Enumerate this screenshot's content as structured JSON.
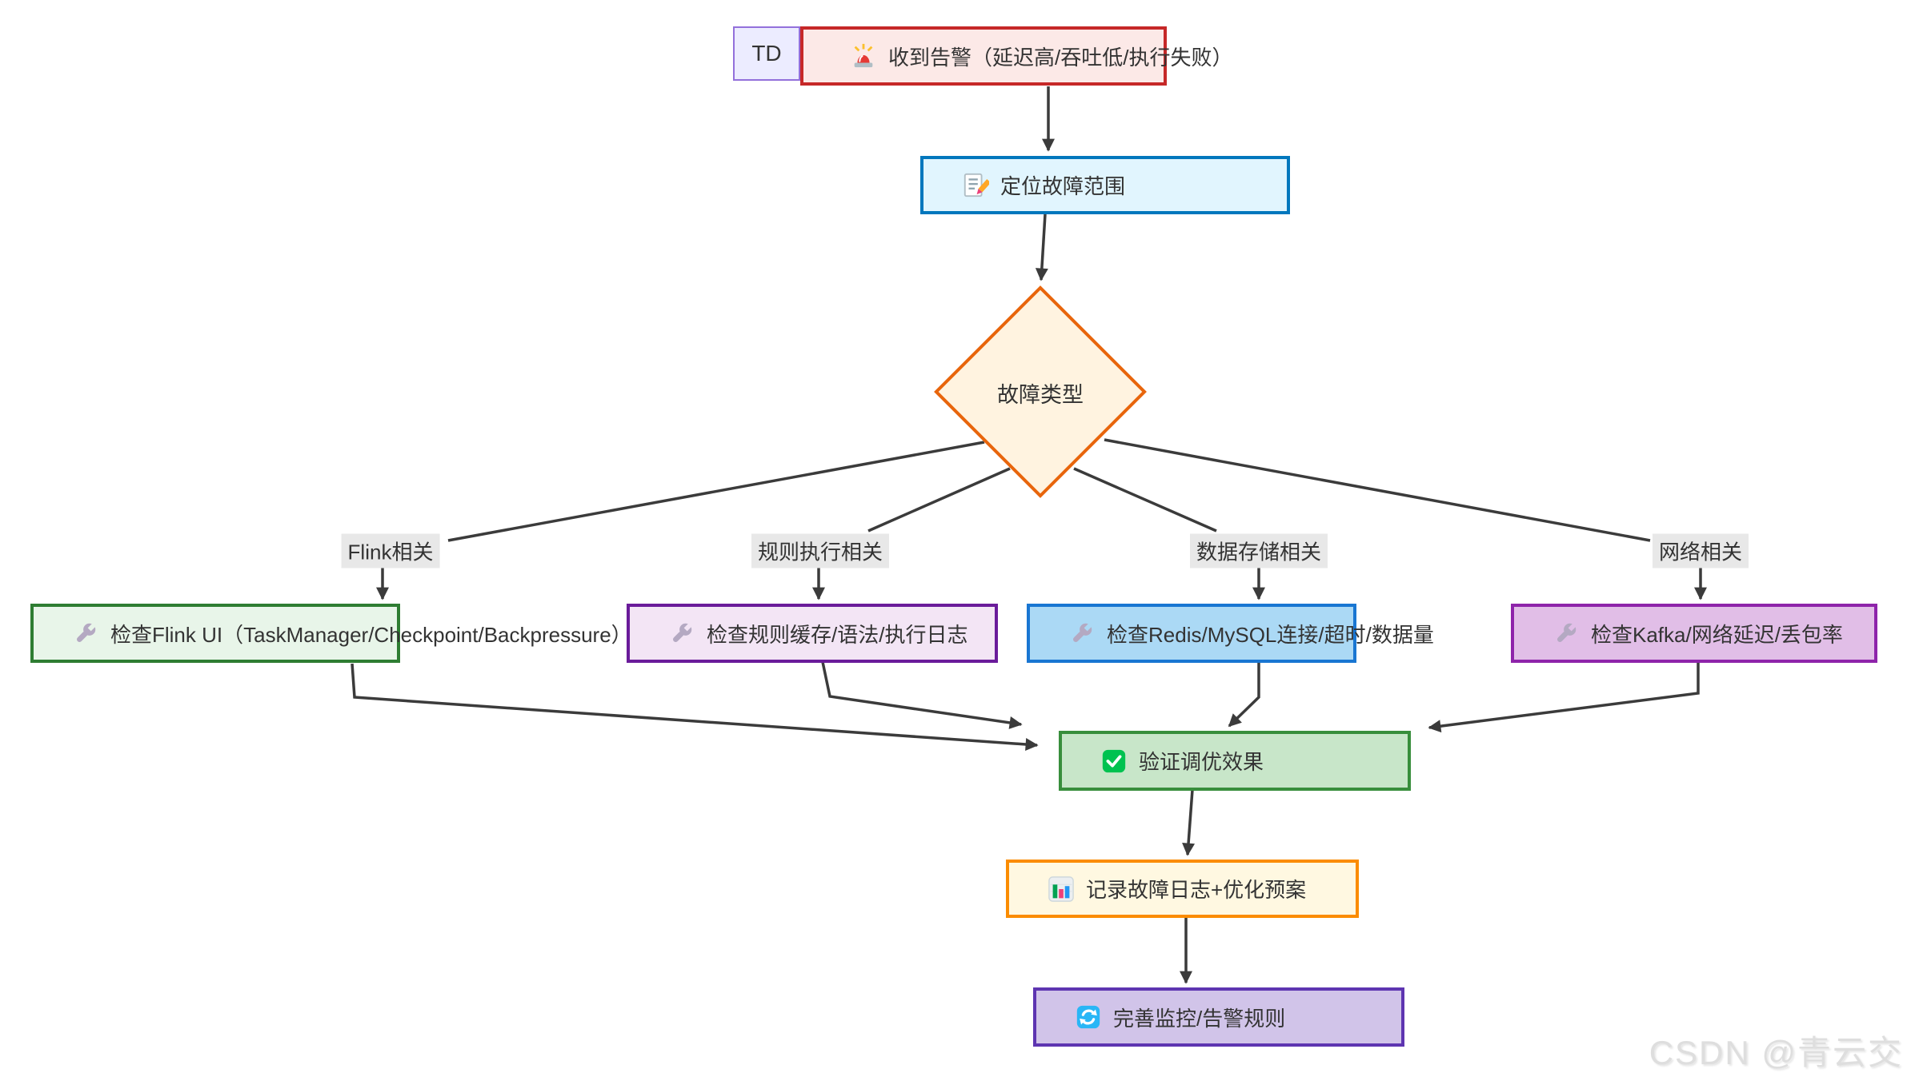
{
  "diagram": {
    "type": "flowchart",
    "orientation_label": "TD",
    "nodes": {
      "td": "TD",
      "alert": "收到告警（延迟高/吞吐低/执行失败）",
      "locate": "定位故障范围",
      "decision": "故障类型",
      "check_flink": "检查Flink UI（TaskManager/Checkpoint/Backpressure）",
      "check_rules": "检查规则缓存/语法/执行日志",
      "check_storage": "检查Redis/MySQL连接/超时/数据量",
      "check_network": "检查Kafka/网络延迟/丢包率",
      "verify": "验证调优效果",
      "record": "记录故障日志+优化预案",
      "improve": "完善监控/告警规则"
    },
    "edge_labels": {
      "flink": "Flink相关",
      "rules": "规则执行相关",
      "storage": "数据存储相关",
      "network": "网络相关"
    },
    "icons": {
      "alert": "siren-icon",
      "locate": "memo-pencil-icon",
      "check_flink": "wrench-icon",
      "check_rules": "wrench-icon",
      "check_storage": "wrench-icon",
      "check_network": "wrench-icon",
      "verify": "check-square-icon",
      "record": "bar-chart-icon",
      "improve": "refresh-icon"
    },
    "colors": {
      "edge_line": "#3b3b3b",
      "edge_label_bg": "#e8e8e8",
      "td": {
        "fill": "#ececff",
        "border": "#9370db"
      },
      "alert": {
        "fill": "#fce9e7",
        "border": "#c62828"
      },
      "locate": {
        "fill": "#e1f5fe",
        "border": "#0277bd"
      },
      "decision": {
        "fill": "#fff3e0",
        "border": "#e8650c"
      },
      "check_flink": {
        "fill": "#e8f5e9",
        "border": "#2e7d32"
      },
      "check_rules": {
        "fill": "#f3e5f5",
        "border": "#6a1b9a"
      },
      "check_storage": {
        "fill": "#abd9f5",
        "border": "#1976d2"
      },
      "check_network": {
        "fill": "#e1bee7",
        "border": "#8e24aa"
      },
      "verify": {
        "fill": "#c8e6c9",
        "border": "#388e3c"
      },
      "record": {
        "fill": "#fff8e1",
        "border": "#fb8c00"
      },
      "improve": {
        "fill": "#d1c4e9",
        "border": "#5e35b1"
      }
    }
  },
  "watermark": "CSDN @青云交"
}
